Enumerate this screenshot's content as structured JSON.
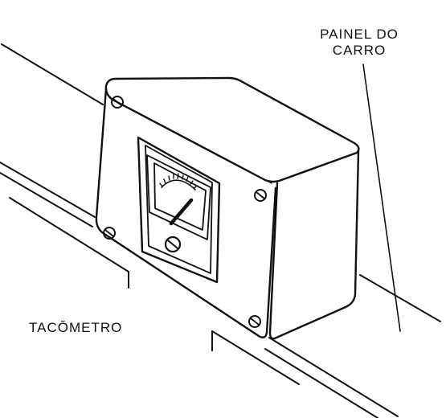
{
  "labels": {
    "panel_line1": "PAINEL DO",
    "panel_line2": "CARRO",
    "tachometer": "TACŌMETRO"
  },
  "colors": {
    "ink": "#111111",
    "paper": "#ffffff"
  }
}
